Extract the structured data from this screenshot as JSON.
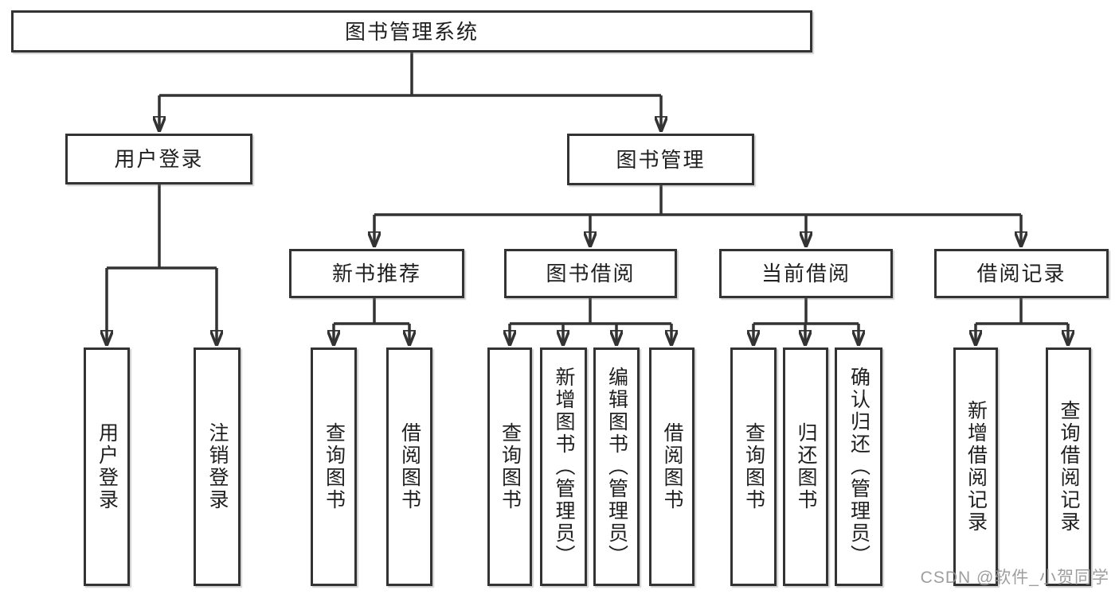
{
  "diagram": {
    "colors": {
      "line": "#333333",
      "box_border": "#333333",
      "box_fill": "#ffffff",
      "text": "#1f1f1f",
      "watermark": "#949494",
      "background": "#ffffff"
    },
    "root": {
      "label": "图书管理系统"
    },
    "branches": [
      {
        "label": "用户登录",
        "children": [
          {
            "label": "用户登录"
          },
          {
            "label": "注销登录"
          }
        ]
      },
      {
        "label": "图书管理",
        "children": [
          {
            "label": "新书推荐",
            "children": [
              {
                "label": "查询图书"
              },
              {
                "label": "借阅图书"
              }
            ]
          },
          {
            "label": "图书借阅",
            "children": [
              {
                "label": "查询图书"
              },
              {
                "label": "新增图书（管理员）"
              },
              {
                "label": "编辑图书（管理员）"
              },
              {
                "label": "借阅图书"
              }
            ]
          },
          {
            "label": "当前借阅",
            "children": [
              {
                "label": "查询图书"
              },
              {
                "label": "归还图书"
              },
              {
                "label": "确认归还（管理员）"
              }
            ]
          },
          {
            "label": "借阅记录",
            "children": [
              {
                "label": "新增借阅记录"
              },
              {
                "label": "查询借阅记录"
              }
            ]
          }
        ]
      }
    ],
    "watermark": "CSDN @软件_小贺同学"
  }
}
